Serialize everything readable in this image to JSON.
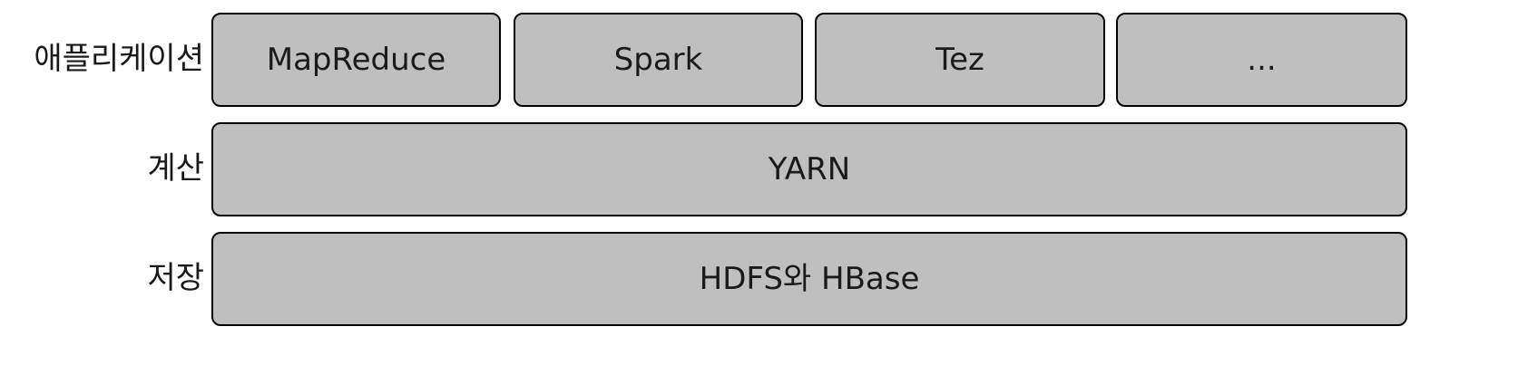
{
  "layers": {
    "application": {
      "label": "애플리케이션",
      "items": [
        "MapReduce",
        "Spark",
        "Tez",
        "..."
      ]
    },
    "compute": {
      "label": "계산",
      "item": "YARN"
    },
    "storage": {
      "label": "저장",
      "item": "HDFS와 HBase"
    }
  },
  "colors": {
    "box_fill": "#bfbfbf",
    "box_border": "#000000",
    "text": "#1a1a1a"
  }
}
